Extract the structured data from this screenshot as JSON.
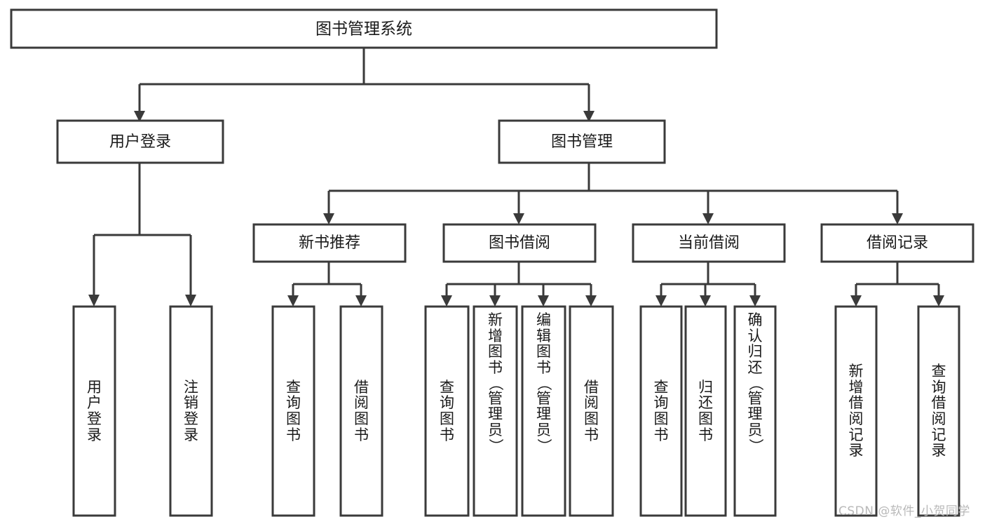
{
  "diagram": {
    "type": "tree",
    "title": "图书管理系统",
    "watermark": "CSDN @软件_小贺同学",
    "root": {
      "id": "root",
      "label": "图书管理系统",
      "orientation": "horizontal"
    },
    "level2": [
      {
        "id": "user-login",
        "label": "用户登录",
        "orientation": "horizontal"
      },
      {
        "id": "book-manage",
        "label": "图书管理",
        "orientation": "horizontal"
      }
    ],
    "level3": [
      {
        "id": "new-book-rec",
        "label": "新书推荐",
        "parent": "book-manage",
        "orientation": "horizontal"
      },
      {
        "id": "book-borrow",
        "label": "图书借阅",
        "parent": "book-manage",
        "orientation": "horizontal"
      },
      {
        "id": "current-borrow",
        "label": "当前借阅",
        "parent": "book-manage",
        "orientation": "horizontal"
      },
      {
        "id": "borrow-record",
        "label": "借阅记录",
        "parent": "book-manage",
        "orientation": "horizontal"
      }
    ],
    "leaves": [
      {
        "id": "leaf-user-login",
        "label": "用户登录",
        "parent": "user-login",
        "orientation": "vertical"
      },
      {
        "id": "leaf-logout",
        "label": "注销登录",
        "parent": "user-login",
        "orientation": "vertical"
      },
      {
        "id": "leaf-query-book-1",
        "label": "查询图书",
        "parent": "new-book-rec",
        "orientation": "vertical"
      },
      {
        "id": "leaf-borrow-book-1",
        "label": "借阅图书",
        "parent": "new-book-rec",
        "orientation": "vertical"
      },
      {
        "id": "leaf-query-book-2",
        "label": "查询图书",
        "parent": "book-borrow",
        "orientation": "vertical"
      },
      {
        "id": "leaf-add-book",
        "label": "新增图书（管理员）",
        "parent": "book-borrow",
        "orientation": "vertical"
      },
      {
        "id": "leaf-edit-book",
        "label": "编辑图书（管理员）",
        "parent": "book-borrow",
        "orientation": "vertical"
      },
      {
        "id": "leaf-borrow-book-2",
        "label": "借阅图书",
        "parent": "book-borrow",
        "orientation": "vertical"
      },
      {
        "id": "leaf-query-book-3",
        "label": "查询图书",
        "parent": "current-borrow",
        "orientation": "vertical"
      },
      {
        "id": "leaf-return-book",
        "label": "归还图书",
        "parent": "current-borrow",
        "orientation": "vertical"
      },
      {
        "id": "leaf-confirm-return",
        "label": "确认归还（管理员）",
        "parent": "current-borrow",
        "orientation": "vertical"
      },
      {
        "id": "leaf-add-record",
        "label": "新增借阅记录",
        "parent": "borrow-record",
        "orientation": "vertical"
      },
      {
        "id": "leaf-query-record",
        "label": "查询借阅记录",
        "parent": "borrow-record",
        "orientation": "vertical"
      }
    ],
    "colors": {
      "stroke": "#3a3a3a",
      "fill": "#ffffff",
      "text": "#1a1a1a",
      "watermark": "#b9b9b9",
      "background": "#ffffff"
    }
  }
}
